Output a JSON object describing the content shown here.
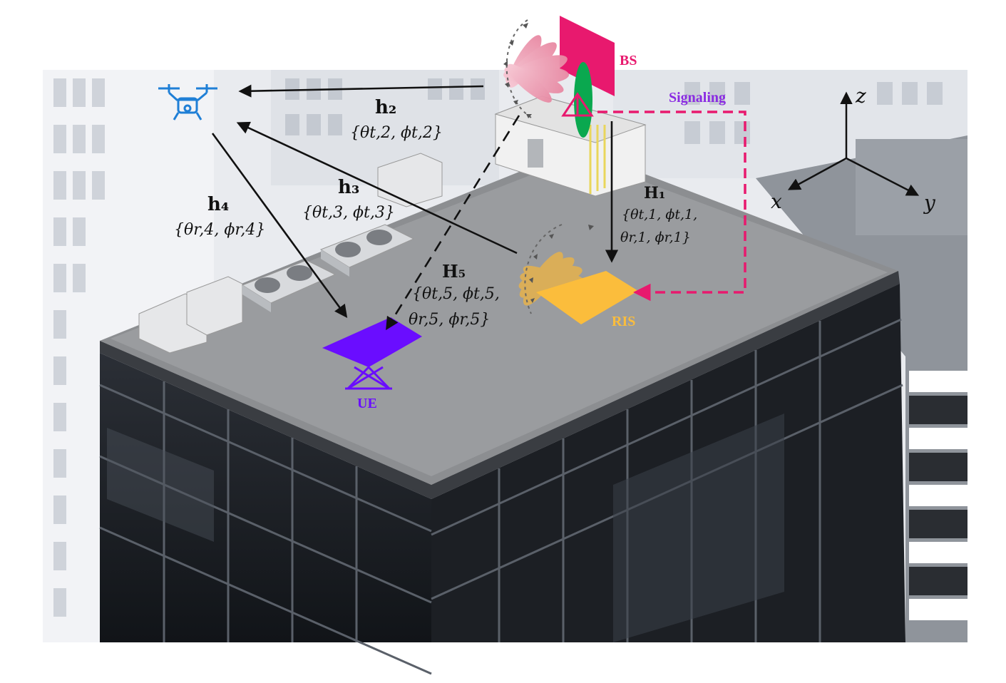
{
  "nodes": {
    "bs": "BS",
    "ris": "RIS",
    "ue": "UE",
    "signaling": "Signaling"
  },
  "channels": {
    "h1": {
      "name": "H₁",
      "params_line1": "{θt,1, ϕt,1,",
      "params_line2": "θr,1, ϕr,1}"
    },
    "h2": {
      "name": "h₂",
      "params": "{θt,2, ϕt,2}"
    },
    "h3": {
      "name": "h₃",
      "params": "{θt,3, ϕt,3}"
    },
    "h4": {
      "name": "h₄",
      "params": "{θr,4, ϕr,4}"
    },
    "h5": {
      "name": "H₅",
      "params_line1": "{θt,5, ϕt,5,",
      "params_line2": "θr,5, ϕr,5}"
    }
  },
  "axes": {
    "x": "x",
    "y": "y",
    "z": "z"
  },
  "colors": {
    "bs": "#e8196e",
    "ris": "#fbbd3c",
    "ue": "#6a0dff",
    "signaling": "#e8196e",
    "signaling_text": "#8a2be2",
    "drone": "#1f7fd6",
    "beam_green": "#0aa84f",
    "arrow": "#111111"
  },
  "icons": [
    "drone-icon",
    "bs-panel-icon",
    "ris-panel-icon",
    "ue-panel-icon"
  ]
}
